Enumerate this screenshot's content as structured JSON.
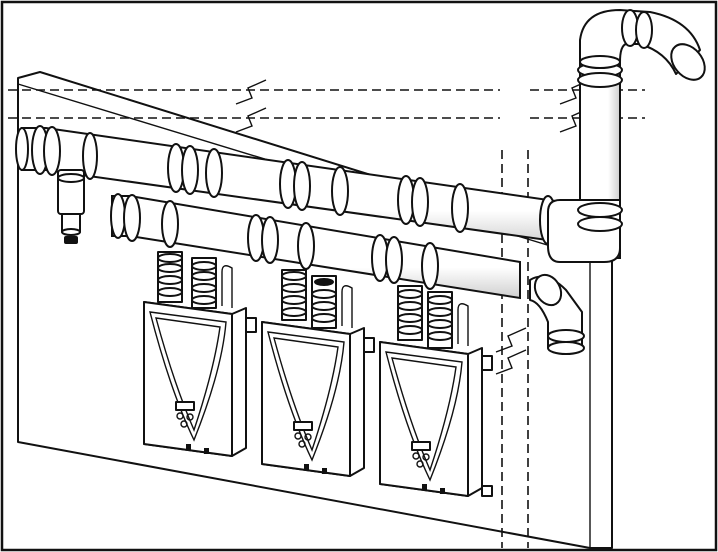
{
  "diagram": {
    "description_labels": [],
    "colors": {
      "line": "#111111",
      "background": "#ffffff",
      "shade": "#dcdcdc"
    },
    "heaters": [
      {
        "name": "water-heater-1"
      },
      {
        "name": "water-heater-2"
      },
      {
        "name": "water-heater-3"
      }
    ]
  }
}
